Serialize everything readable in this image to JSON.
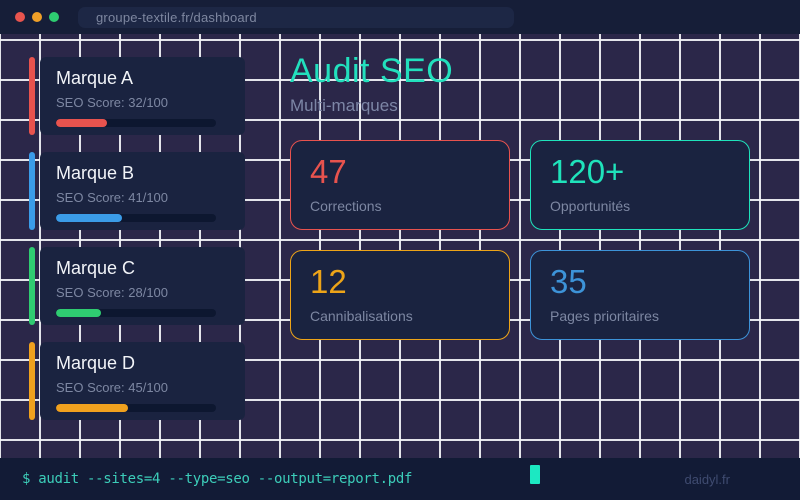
{
  "window": {
    "url": "groupe-textile.fr/dashboard",
    "controls": [
      "close",
      "minimize",
      "maximize"
    ]
  },
  "header": {
    "title": "Audit SEO",
    "subtitle": "Multi-marques"
  },
  "brands": [
    {
      "name": "Marque A",
      "score_label": "SEO Score: 32/100",
      "score_pct": "32%",
      "color": "#e8534e"
    },
    {
      "name": "Marque B",
      "score_label": "SEO Score: 41/100",
      "score_pct": "41%",
      "color": "#3b9ce8"
    },
    {
      "name": "Marque C",
      "score_label": "SEO Score: 28/100",
      "score_pct": "28%",
      "color": "#2fcc71"
    },
    {
      "name": "Marque D",
      "score_label": "SEO Score: 45/100",
      "score_pct": "45%",
      "color": "#f0a11e"
    }
  ],
  "stats": [
    {
      "value": "47",
      "label": "Corrections",
      "color": "#e8534e"
    },
    {
      "value": "120+",
      "label": "Opportunités",
      "color": "#1fe3bb"
    },
    {
      "value": "12",
      "label": "Cannibalisations",
      "color": "#eda418"
    },
    {
      "value": "35",
      "label": "Pages prioritaires",
      "color": "#3d93d8"
    }
  ],
  "terminal": {
    "command": "$ audit --sites=4 --type=seo --output=report.pdf",
    "watermark": "daidyl.fr"
  },
  "colors": {
    "background": "#2b2749",
    "grid_line": "#f3f4f8",
    "topbar": "#161e38",
    "card": "#1a2340",
    "title_accent": "#22e0bd",
    "muted_text": "#7d87a2",
    "terminal_text": "#3ccdb9",
    "cursor": "#1ce8c2"
  }
}
